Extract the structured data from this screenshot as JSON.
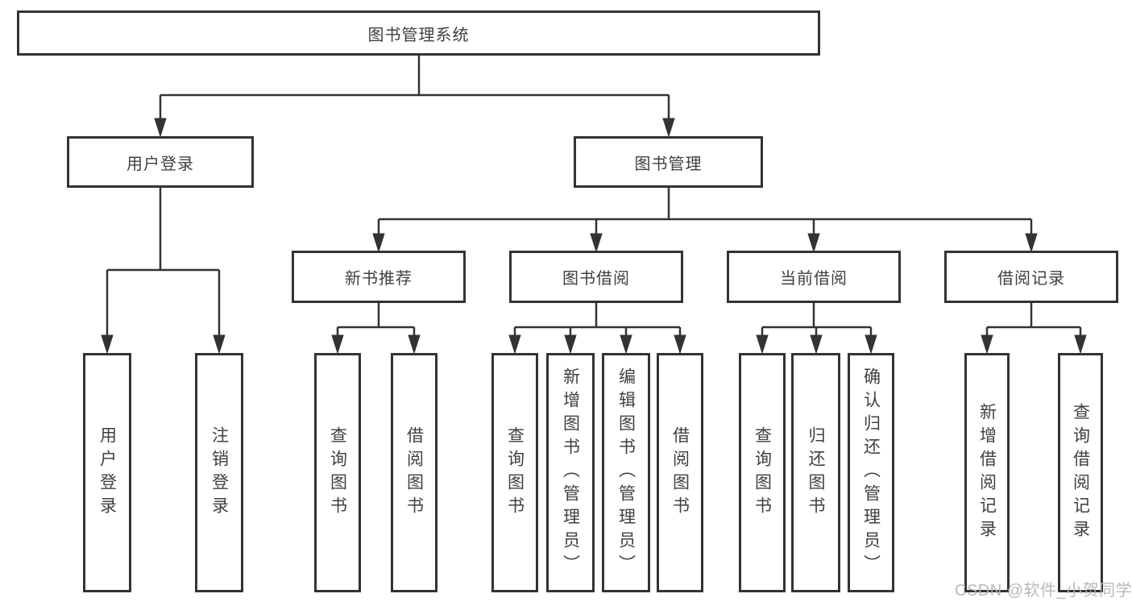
{
  "tree": {
    "root": {
      "label": "图书管理系统",
      "children": [
        {
          "label": "用户登录",
          "children": [
            {
              "label": "用户登录"
            },
            {
              "label": "注销登录"
            }
          ]
        },
        {
          "label": "图书管理",
          "children": [
            {
              "label": "新书推荐",
              "children": [
                {
                  "label": "查询图书"
                },
                {
                  "label": "借阅图书"
                }
              ]
            },
            {
              "label": "图书借阅",
              "children": [
                {
                  "label": "查询图书"
                },
                {
                  "label": "新增图书（管理员）"
                },
                {
                  "label": "编辑图书（管理员）"
                },
                {
                  "label": "借阅图书"
                }
              ]
            },
            {
              "label": "当前借阅",
              "children": [
                {
                  "label": "查询图书"
                },
                {
                  "label": "归还图书"
                },
                {
                  "label": "确认归还（管理员）"
                }
              ]
            },
            {
              "label": "借阅记录",
              "children": [
                {
                  "label": "新增借阅记录"
                },
                {
                  "label": "查询借阅记录"
                }
              ]
            }
          ]
        }
      ]
    }
  },
  "watermark": {
    "text": "CSDN @软件_小贺同学"
  },
  "colors": {
    "line": "#333333",
    "box_border": "#333333",
    "text": "#404040",
    "watermark": "#b3b3b3",
    "background": "#ffffff"
  }
}
